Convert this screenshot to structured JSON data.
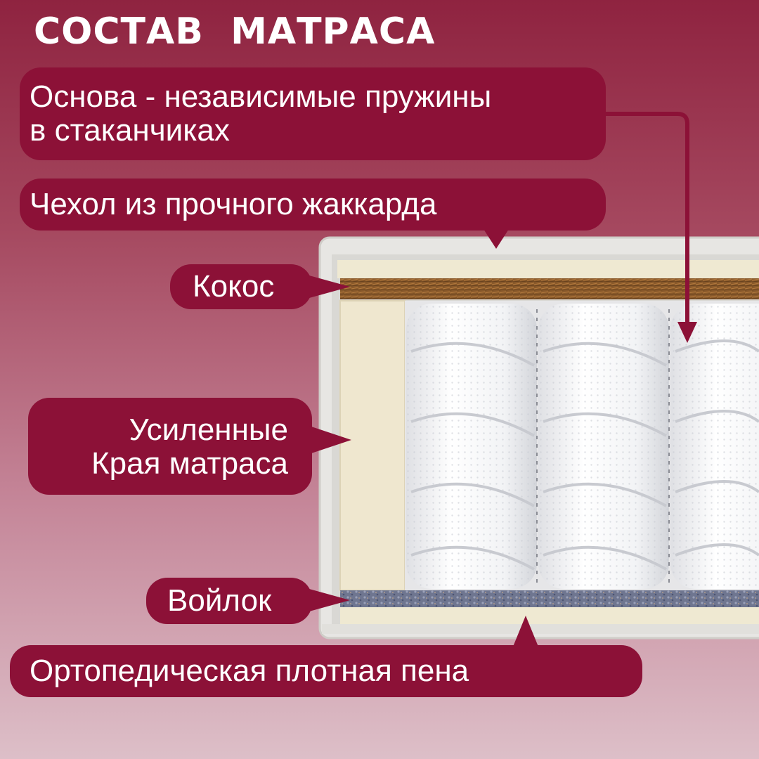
{
  "title": "СОСТАВ  МАТРАСА",
  "labels": {
    "base": [
      "Основа - независимые пружины",
      "в стаканчиках"
    ],
    "cover": "Чехол из прочного жаккарда",
    "coconut": "Кокос",
    "edges": [
      "Усиленные",
      "Края матраса"
    ],
    "felt": "Войлок",
    "foam": "Ортопедическая плотная пена"
  },
  "colors": {
    "label_bg": "#8c1137",
    "label_text": "#ffffff",
    "coconut_layer": "#8a5a2b",
    "foam_layer": "#efe9d2",
    "felt_layer": "#6f7690"
  },
  "icons": [
    "arrow-connector-icon"
  ]
}
